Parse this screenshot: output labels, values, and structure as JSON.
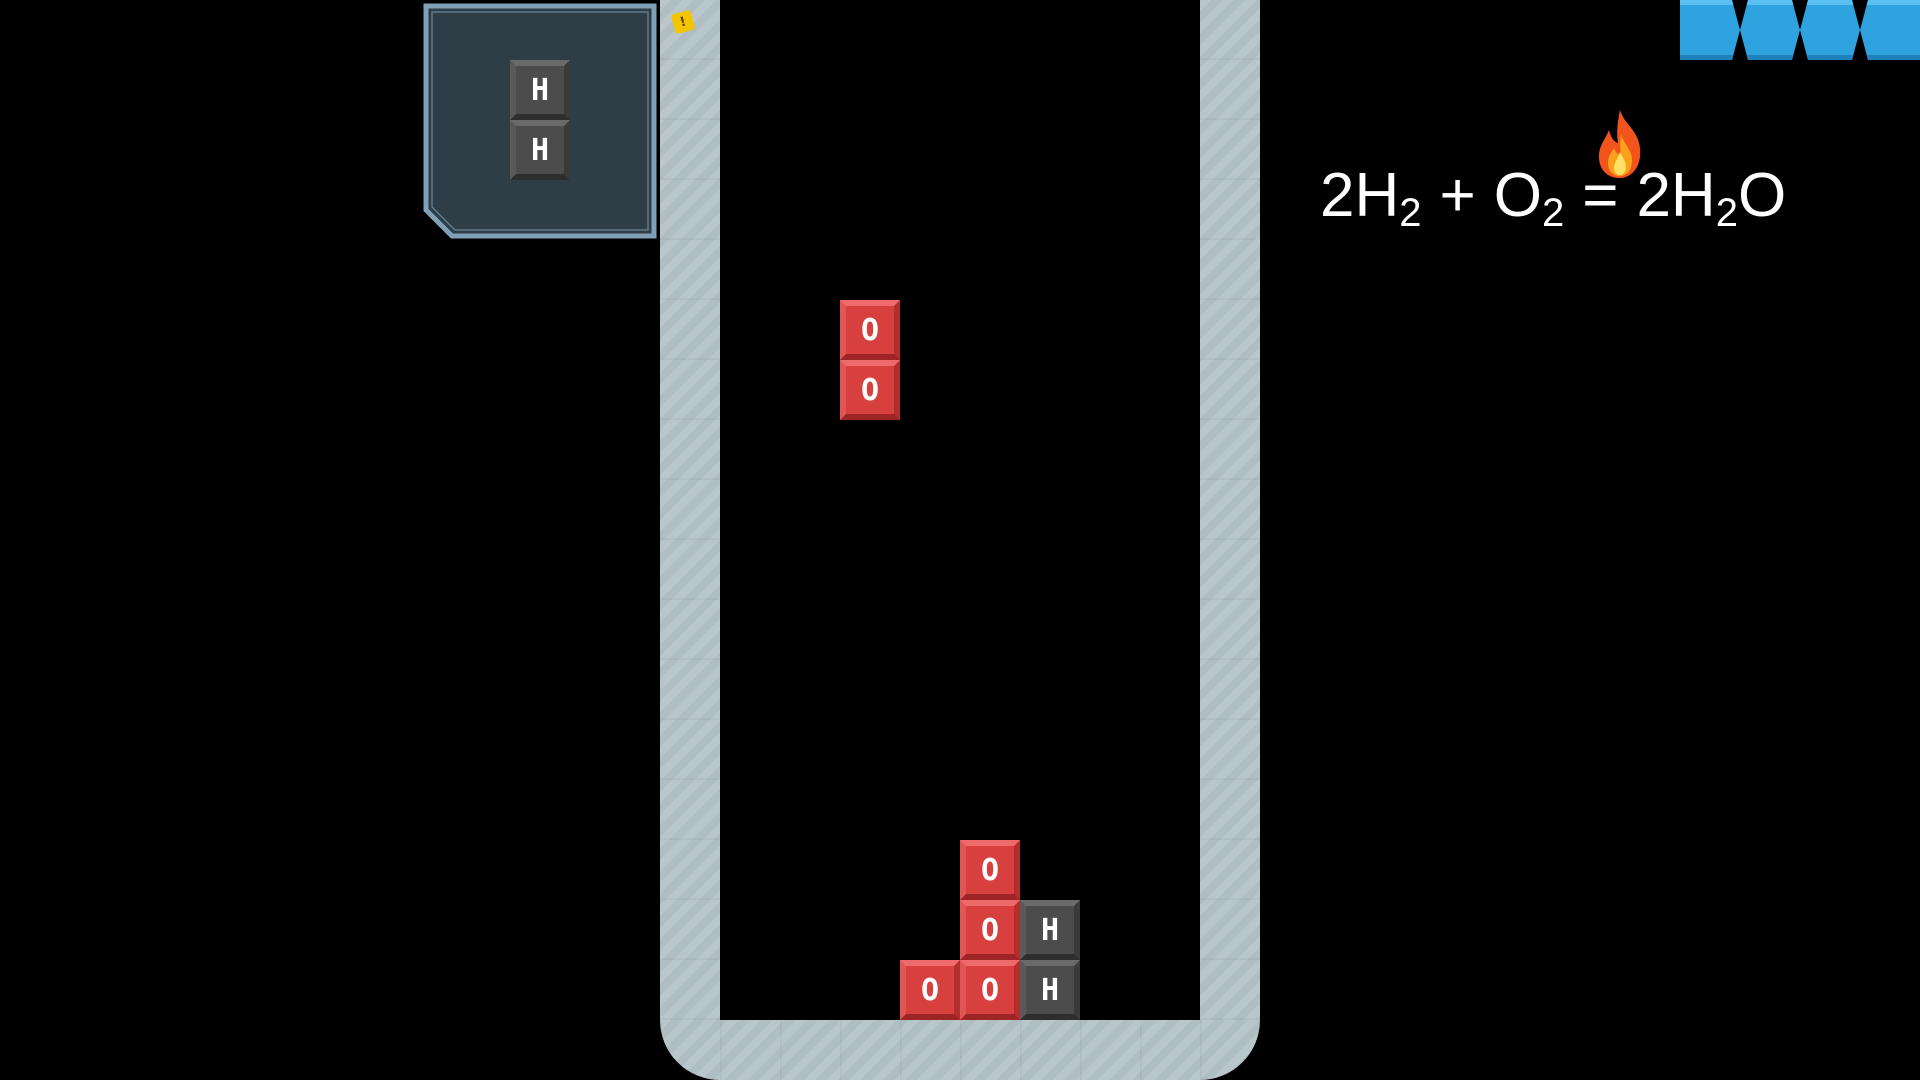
{
  "next_piece": {
    "tiles": [
      {
        "element": "h",
        "label": "H"
      },
      {
        "element": "h",
        "label": "H"
      }
    ]
  },
  "well": {
    "columns": 8,
    "warning_icon": "!"
  },
  "falling_piece": {
    "tiles": [
      {
        "col": 2,
        "row": 5,
        "element": "o",
        "label": "O"
      },
      {
        "col": 2,
        "row": 6,
        "element": "o",
        "label": "O"
      }
    ]
  },
  "settled_tiles": [
    {
      "col": 4,
      "row": 14,
      "element": "o",
      "label": "O"
    },
    {
      "col": 4,
      "row": 15,
      "element": "o",
      "label": "O"
    },
    {
      "col": 5,
      "row": 15,
      "element": "h",
      "label": "H"
    },
    {
      "col": 3,
      "row": 16,
      "element": "o",
      "label": "O"
    },
    {
      "col": 4,
      "row": 16,
      "element": "o",
      "label": "O"
    },
    {
      "col": 5,
      "row": 16,
      "element": "h",
      "label": "H"
    }
  ],
  "equation": {
    "lhs_coef": "2",
    "lhs_mol1": "H",
    "lhs_sub1": "2",
    "plus": "+",
    "lhs_mol2": "O",
    "lhs_sub2": "2",
    "equals": "=",
    "rhs_coef": "2",
    "rhs_mol_a": "H",
    "rhs_sub": "2",
    "rhs_mol_b": "O"
  },
  "icons": {
    "flame": "flame-icon",
    "warning": "warning-icon"
  },
  "water_meter": {
    "filled": 4,
    "total": 4
  },
  "colors": {
    "oxygen": "#d84040",
    "hydrogen": "#4c4c4c",
    "wall": "#b5c4c8",
    "water": "#2ea3e0",
    "panel": "#2f3d47",
    "panel_border": "#7fa0b6"
  }
}
